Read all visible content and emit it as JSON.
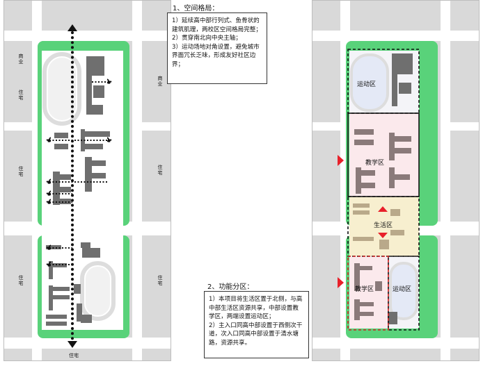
{
  "left_plan": {
    "labels": {
      "shangye": "商业",
      "zhuzhai_left_top": "住宅",
      "zhuzhai_left_mid": "住宅",
      "zhuzhai_left_bot": "住宅",
      "shangye_right": "商业",
      "zhuzhai_right_mid": "住宅",
      "zhuzhai_right_bot": "住宅",
      "zhuzhai_bottom": "住宅"
    }
  },
  "spatial_pattern": {
    "heading": "1、空间格局：",
    "points": [
      "1）延续高中部行列式、鱼骨状的建筑肌理，两校区空间格局完整；",
      "2）贯穿南北向中央主轴；",
      "3）运动场地对角设置，避免城市界面冗长乏味，形成友好社区边界；"
    ]
  },
  "functional_zoning": {
    "heading": "2、功能分区：",
    "points": [
      "1）本项目将生活区置于北侧，与高中部生活区资源共享，中部设置教学区，两端设置运动区；",
      "2）主入口同高中部设置于西侧次干道，次入口同高中部设置于清水塘路，资源共享。"
    ],
    "zones": {
      "sports_top": "运动区",
      "teaching_top": "教学区",
      "living": "生活区",
      "teaching_bottom": "教学区",
      "sports_bottom": "运动区"
    }
  },
  "colors": {
    "green": "#59d27a",
    "building": "#6f6f6f",
    "road": "#ffffff",
    "block": "#d9d9d9",
    "arrow_red": "#e8202a",
    "living_fill": "#f7efcf",
    "teaching_fill": "#fbe9ec",
    "sports_fill": "#e4e9f6"
  }
}
